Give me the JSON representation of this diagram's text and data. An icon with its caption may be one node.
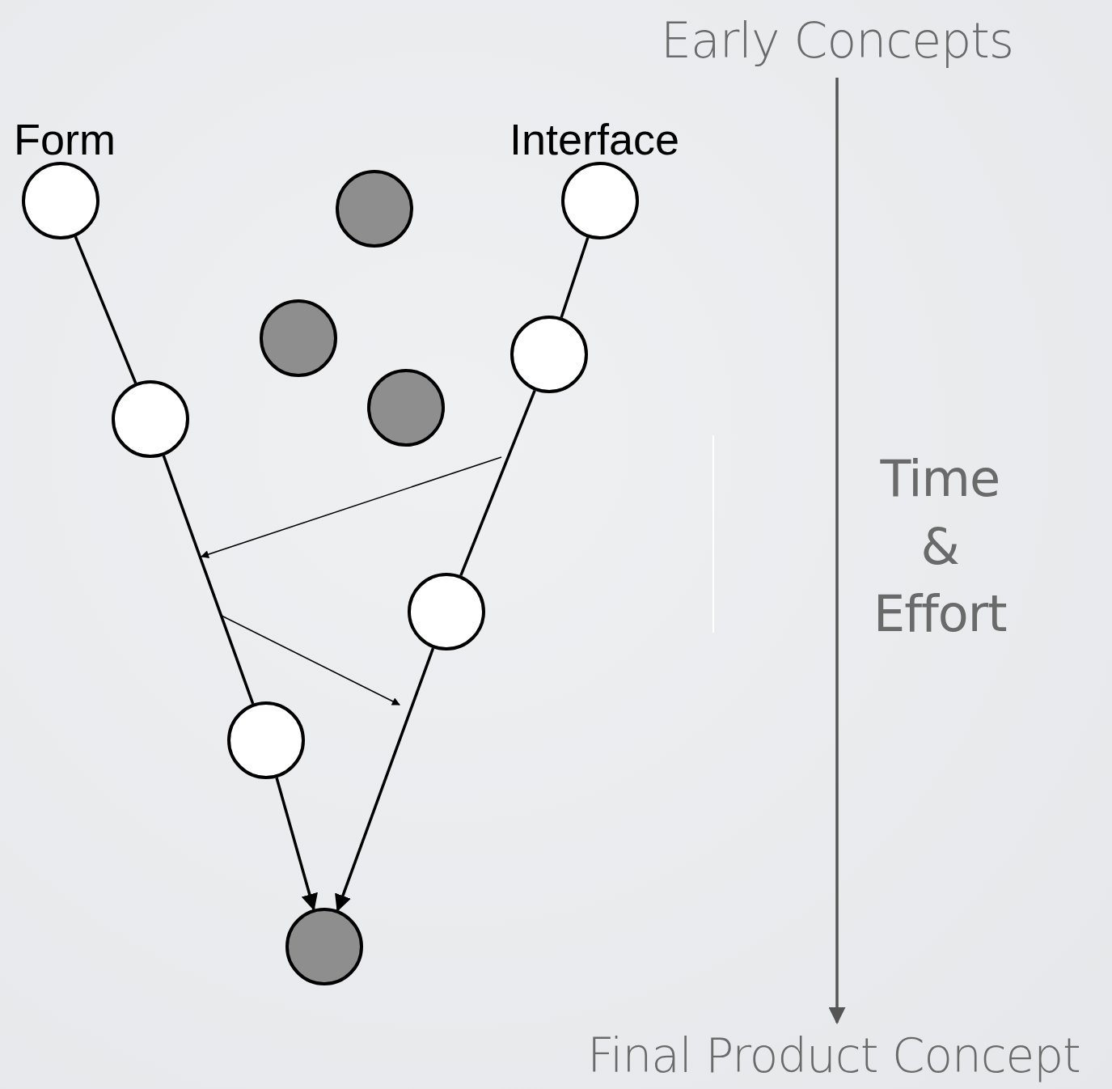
{
  "diagram": {
    "nodes": [
      {
        "text": [
          "Form"
        ]
      },
      {
        "text": [
          "Interface"
        ]
      },
      {
        "text": [],
        "shape": "circle"
      },
      {
        "text": [],
        "shape": "circle"
      },
      {
        "text": [],
        "shape": "circle"
      },
      {
        "text": [],
        "shape": "circle"
      },
      {
        "text": [],
        "shape": "circle"
      },
      {
        "text": [],
        "shape": "circle"
      },
      {
        "text": [],
        "shape": "circle"
      },
      {
        "text": [],
        "shape": "circle"
      },
      {
        "text": [
          "Early Concepts"
        ]
      },
      {
        "text": [
          "Final Product Concept"
        ]
      }
    ],
    "edges": [
      {
        "from": 0,
        "to": 5,
        "arrow": "none"
      },
      {
        "from": 5,
        "to": 8,
        "arrow": "none"
      },
      {
        "from": 8,
        "to": 9,
        "arrow": "to"
      },
      {
        "from": 1,
        "to": 6,
        "arrow": "none"
      },
      {
        "from": 6,
        "to": 7,
        "arrow": "none"
      },
      {
        "from": 7,
        "to": 9,
        "arrow": "to"
      },
      {
        "from": 10,
        "to": 11,
        "arrow": "to",
        "color": "#555555"
      }
    ],
    "labels": [
      "Time & Effort"
    ]
  }
}
